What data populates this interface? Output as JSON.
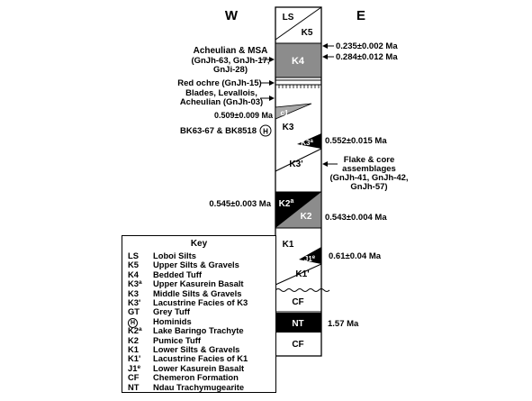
{
  "headers": {
    "west": "W",
    "east": "E"
  },
  "units": {
    "ls": "LS",
    "k5": "K5",
    "k4": "K4",
    "c1": "c1",
    "k3": "K3",
    "k3a_base": "K3",
    "k3a_sup": "a",
    "k3p": "K3'",
    "k2a_base": "K2",
    "k2a_sup": "a",
    "k2": "K2",
    "k1": "K1",
    "j1e_base": "J1",
    "j1e_sup": "e",
    "k1p": "K1'",
    "cf_upper": "CF",
    "nt": "NT",
    "cf_lower": "CF"
  },
  "left_labels": {
    "acheulian_msa": [
      "Acheulian & MSA",
      "(GnJh-63, GnJh-17,",
      "GnJi-28)"
    ],
    "red_ochre": "Red ochre (GnJh-15)",
    "blades": [
      "Blades, Levallois,",
      "Acheulian (GnJh-03)"
    ],
    "date_c1": "0.509±0.009 Ma",
    "bk": "BK63-67 & BK8518",
    "hominid_symbol": "H",
    "date_k2a": "0.545±0.003 Ma"
  },
  "right_labels": {
    "date_k4_top": "0.235±0.002 Ma",
    "date_k4_base": "0.284±0.012 Ma",
    "date_k3a": "0.552±0.015 Ma",
    "flake": [
      "Flake & core",
      "assemblages",
      "(GnJh-41, GnJh-42,",
      "GnJh-57)"
    ],
    "date_k2": "0.543±0.004 Ma",
    "date_j1e": "0.61±0.04 Ma",
    "date_nt": "1.57 Ma"
  },
  "legend": {
    "title": "Key",
    "rows": [
      {
        "code": "LS",
        "desc": "Loboi Silts"
      },
      {
        "code": "K5",
        "desc": "Upper Silts & Gravels"
      },
      {
        "code": "K4",
        "desc": "Bedded Tuff"
      },
      {
        "code": "K3",
        "sup": "a",
        "desc": "Upper Kasurein Basalt"
      },
      {
        "code": "K3",
        "desc": "Middle Silts & Gravels"
      },
      {
        "code": "K3'",
        "desc": "Lacustrine Facies of K3"
      },
      {
        "code": "GT",
        "desc": "Grey Tuff"
      },
      {
        "code": "H",
        "symbol": true,
        "desc": "Hominids"
      },
      {
        "code": "K2",
        "sup": "a",
        "desc": "Lake Baringo Trachyte"
      },
      {
        "code": "K2",
        "desc": "Pumice Tuff"
      },
      {
        "code": "K1",
        "desc": "Lower Silts & Gravels"
      },
      {
        "code": "K1'",
        "desc": "Lacustrine Facies of K1"
      },
      {
        "code": "J1",
        "sup": "e",
        "desc": "Lower Kasurein Basalt"
      },
      {
        "code": "CF",
        "desc": "Chemeron Formation"
      },
      {
        "code": "NT",
        "desc": "Ndau Trachymugearite"
      }
    ]
  },
  "colors": {
    "k4_fill": "#8c8c8c",
    "c1_fill": "#a8a8a8",
    "black": "#000000",
    "white": "#ffffff"
  }
}
